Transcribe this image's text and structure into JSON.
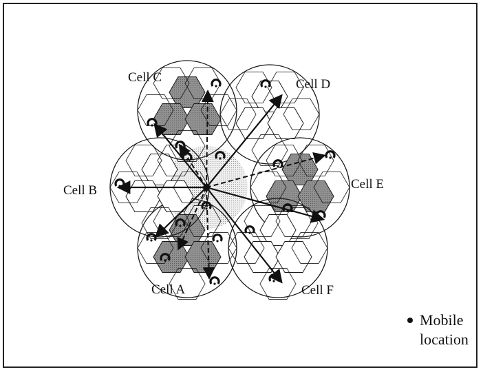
{
  "figure": {
    "cells": [
      {
        "id": "A",
        "label": "Cell A",
        "shaded": true
      },
      {
        "id": "B",
        "label": "Cell B",
        "shaded": false
      },
      {
        "id": "C",
        "label": "Cell C",
        "shaded": true
      },
      {
        "id": "D",
        "label": "Cell D",
        "shaded": false
      },
      {
        "id": "E",
        "label": "Cell E",
        "shaded": true
      },
      {
        "id": "F",
        "label": "Cell F",
        "shaded": false
      }
    ],
    "legend": {
      "line1": "Mobile",
      "line2": "location"
    },
    "colors": {
      "shaded_sector": "#8f8f8f",
      "light_sector": "#ffffff",
      "dotted_fill": "#d8d8d8",
      "outline": "#1a1a1a"
    }
  }
}
